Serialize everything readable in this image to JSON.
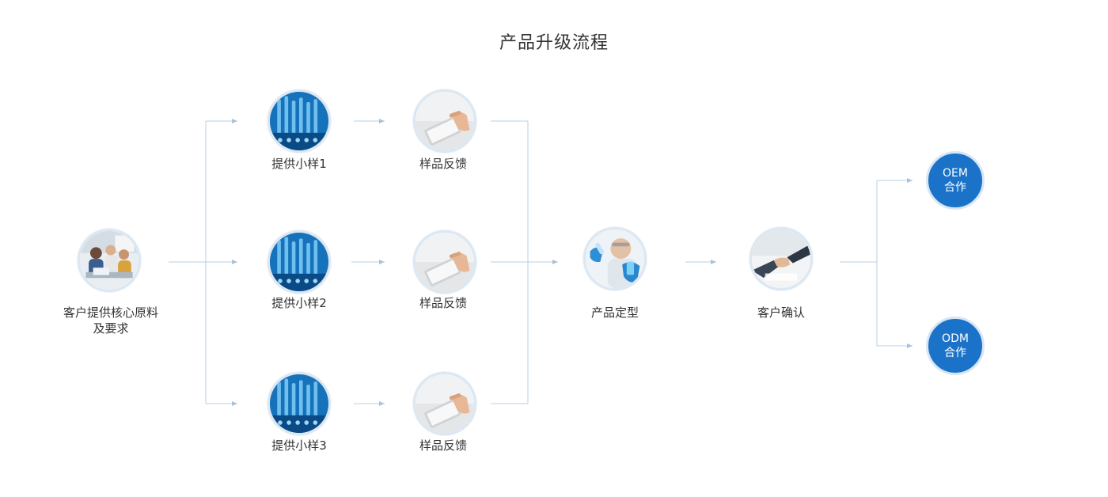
{
  "title": "产品升级流程",
  "nodes": {
    "customer": {
      "label": "客户提供核心原料\n及要求",
      "icon": "team-meeting-photo"
    },
    "sample1": {
      "label": "提供小样1",
      "icon": "lab-tubes-photo"
    },
    "sample2": {
      "label": "提供小样2",
      "icon": "lab-tubes-photo"
    },
    "sample3": {
      "label": "提供小样3",
      "icon": "lab-tubes-photo"
    },
    "feedback1": {
      "label": "样品反馈",
      "icon": "tablet-hand-photo"
    },
    "feedback2": {
      "label": "样品反馈",
      "icon": "tablet-hand-photo"
    },
    "feedback3": {
      "label": "样品反馈",
      "icon": "tablet-hand-photo"
    },
    "finalize": {
      "label": "产品定型",
      "icon": "scientist-photo"
    },
    "confirm": {
      "label": "客户确认",
      "icon": "handshake-photo"
    }
  },
  "outcomes": {
    "oem": {
      "line1": "OEM",
      "line2": "合作"
    },
    "odm": {
      "line1": "ODM",
      "line2": "合作"
    }
  },
  "colors": {
    "connector": "#b9cfe3",
    "badge": "#1a73c8",
    "ring": "#dbe7f2"
  }
}
